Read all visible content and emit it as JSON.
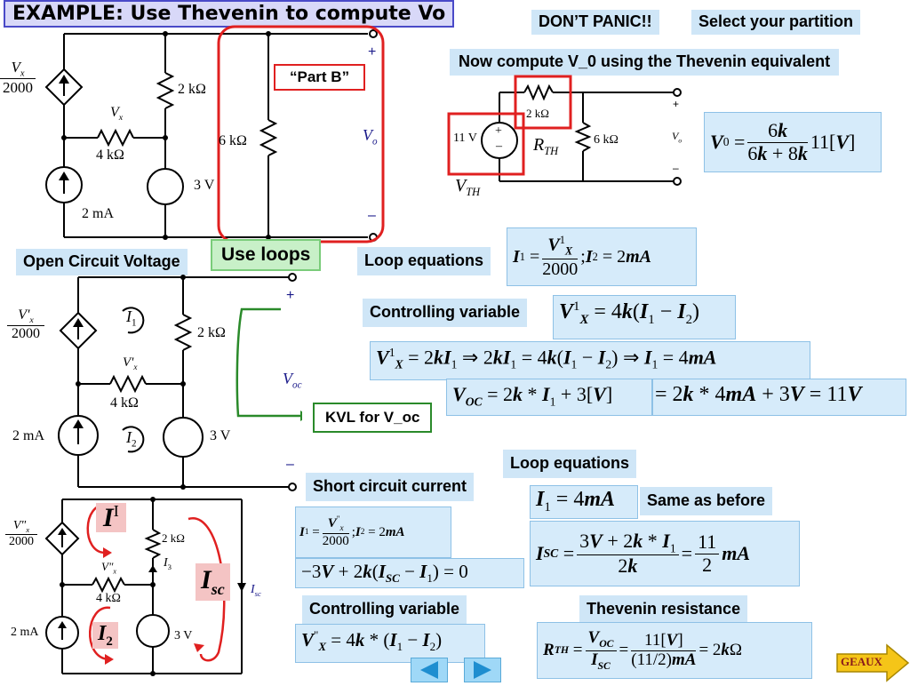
{
  "title": "EXAMPLE:  Use Thevenin to compute Vo",
  "buttons": {
    "dont_panic": "DON’T PANIC!!",
    "select_partition": "Select your partition",
    "geaux": "GEAUX"
  },
  "labels": {
    "now_compute": "Now compute V_0 using the Thevenin equivalent",
    "part_b": "“Part B”",
    "open_circuit": "Open Circuit Voltage",
    "use_loops": "Use loops",
    "loop_equations_1": "Loop equations",
    "controlling_variable_1": "Controlling variable",
    "kvl_voc": "KVL for V_oc",
    "loop_equations_2": "Loop equations",
    "short_circuit": "Short circuit current",
    "same_as_before": "Same as before",
    "controlling_variable_2": "Controlling variable",
    "thevenin_resistance": "Thevenin resistance"
  },
  "circuit_top": {
    "res_2k": "2 kΩ",
    "res_6k": "6 kΩ",
    "res_4k": "4 kΩ",
    "src_2ma": "2 mA",
    "src_3v": "3 V",
    "vx": "V",
    "vx_sub": "x",
    "dep_den": "2000",
    "vo": "V",
    "vo_sub": "o",
    "plus": "+",
    "minus": "–"
  },
  "circuit_thevenin": {
    "src": "11 V",
    "res_2k": "2 kΩ",
    "res_6k": "6 kΩ",
    "rth": "R",
    "rth_sub": "TH",
    "vth": "V",
    "vth_sub": "TH",
    "vo": "V",
    "vo_sub": "o",
    "plus": "+",
    "minus": "–"
  },
  "circuit_mid": {
    "res_2k": "2 kΩ",
    "res_4k": "4 kΩ",
    "src_2ma": "2 mA",
    "src_3v": "3 V",
    "vx": "V'",
    "vx_sub": "x",
    "dep_den": "2000",
    "i1": "I",
    "i1_sub": "1",
    "i2": "I",
    "i2_sub": "2",
    "voc": "V",
    "voc_sub": "oc",
    "plus": "+",
    "minus": "–"
  },
  "circuit_bottom": {
    "res_2k": "2 kΩ",
    "res_4k": "4 kΩ",
    "src_2ma": "2 mA",
    "src_3v": "3 V",
    "vx": "V\"",
    "vx_sub": "x",
    "dep_den": "2000",
    "i3": "I",
    "i3_sub": "3",
    "isc": "I",
    "isc_sub": "sc",
    "i1_box": "I",
    "i1_box_sup": "I",
    "i2_box": "I",
    "i2_box_sub": "2",
    "isc_box": "I",
    "isc_box_sub": "sc"
  },
  "equations": {
    "v0": "V0 = 6k/(6k+8k) · 11[V]",
    "loop1": "I1 = V1X/2000; I2 = 2mA",
    "ctrl1": "V1X = 4k(I1 − I2)",
    "chain": "V1X = 2kI1 ⇒ 2kI1 = 4k(I1 − I2) ⇒ I1 = 4mA",
    "voc_a": "VOC = 2k * I1 + 3[V]",
    "voc_b": "= 2k * 4mA + 3V = 11V",
    "i1_4ma": "I1 = 4mA",
    "isc": "ISC = (3V + 2k * I1)/2k = 11/2 mA",
    "loop2": "I1 = V\"x/2000; I2 = 2mA",
    "kvl_sc": "−3V + 2k(ISC − I1) = 0",
    "ctrl2": "V\"X = 4k * (I1 − I2)",
    "rth": "RTH = VOC/ISC = 11[V]/(11/2)mA = 2kΩ"
  },
  "colors": {
    "label_bg": "#cfe6f7",
    "equation_bg": "#d6ebfa",
    "highlight_red": "#e02020",
    "highlight_green": "#2a8a2a",
    "use_loops_bg": "#c8f0c8",
    "geaux_bg": "#f5c518",
    "nav_arrow": "#2aa6e8"
  },
  "nav": {
    "prev": "prev-arrow-icon",
    "next": "next-arrow-icon"
  }
}
